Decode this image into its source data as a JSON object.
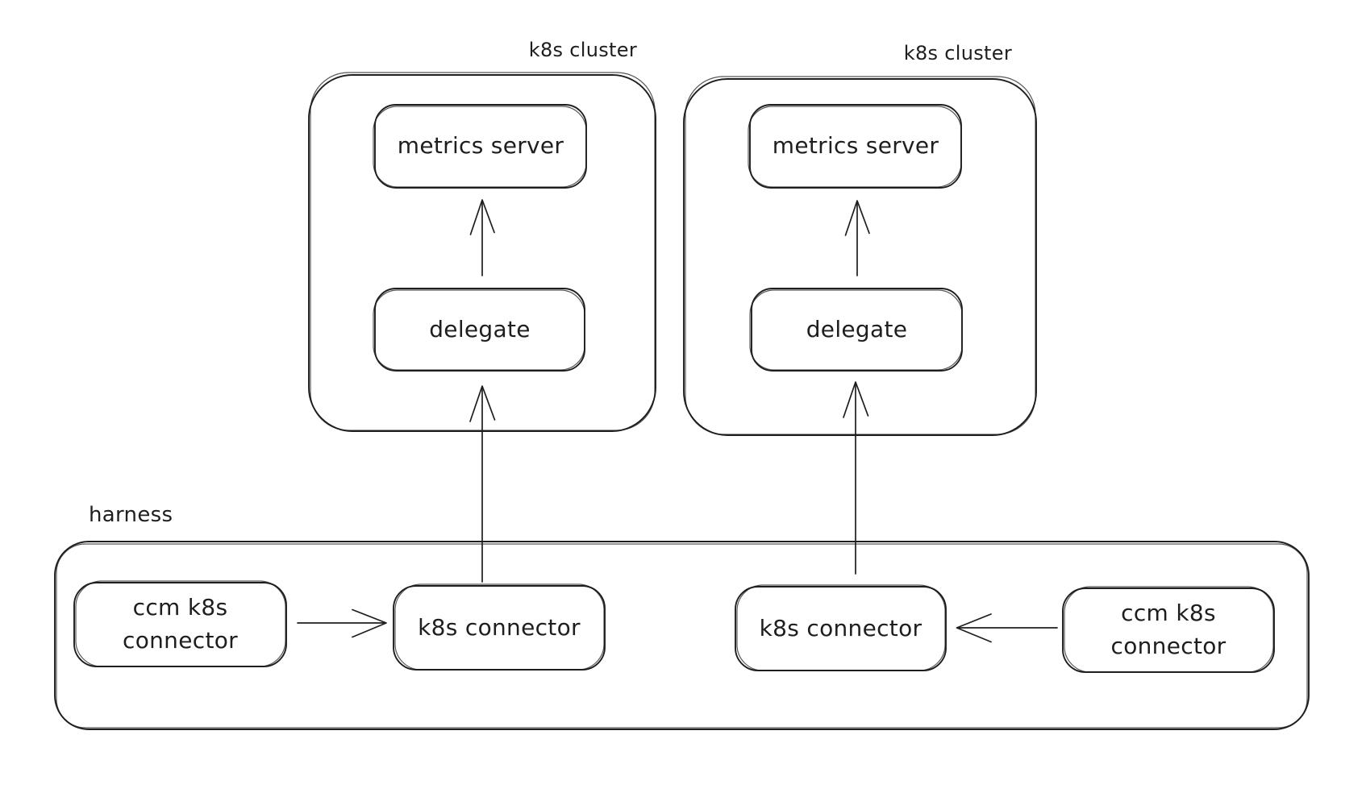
{
  "diagram": {
    "colors": {
      "stroke": "#1e1e1e",
      "background": "#ffffff"
    },
    "clusters": [
      {
        "label": "k8s cluster",
        "nodes": {
          "metrics_server": "metrics server",
          "delegate": "delegate"
        }
      },
      {
        "label": "k8s cluster",
        "nodes": {
          "metrics_server": "metrics server",
          "delegate": "delegate"
        }
      }
    ],
    "harness": {
      "label": "harness",
      "nodes": {
        "ccm_left": "ccm k8s connector",
        "k8s_left": "k8s connector",
        "k8s_right": "k8s connector",
        "ccm_right": "ccm k8s connector"
      }
    },
    "edges": [
      {
        "from": "delegate (left cluster)",
        "to": "metrics server (left cluster)",
        "direction": "up"
      },
      {
        "from": "delegate (right cluster)",
        "to": "metrics server (right cluster)",
        "direction": "up"
      },
      {
        "from": "k8s connector (left)",
        "to": "delegate (left cluster)",
        "direction": "up"
      },
      {
        "from": "k8s connector (right)",
        "to": "delegate (right cluster)",
        "direction": "up"
      },
      {
        "from": "ccm k8s connector (left)",
        "to": "k8s connector (left)",
        "direction": "right"
      },
      {
        "from": "ccm k8s connector (right)",
        "to": "k8s connector (right)",
        "direction": "left"
      }
    ]
  }
}
